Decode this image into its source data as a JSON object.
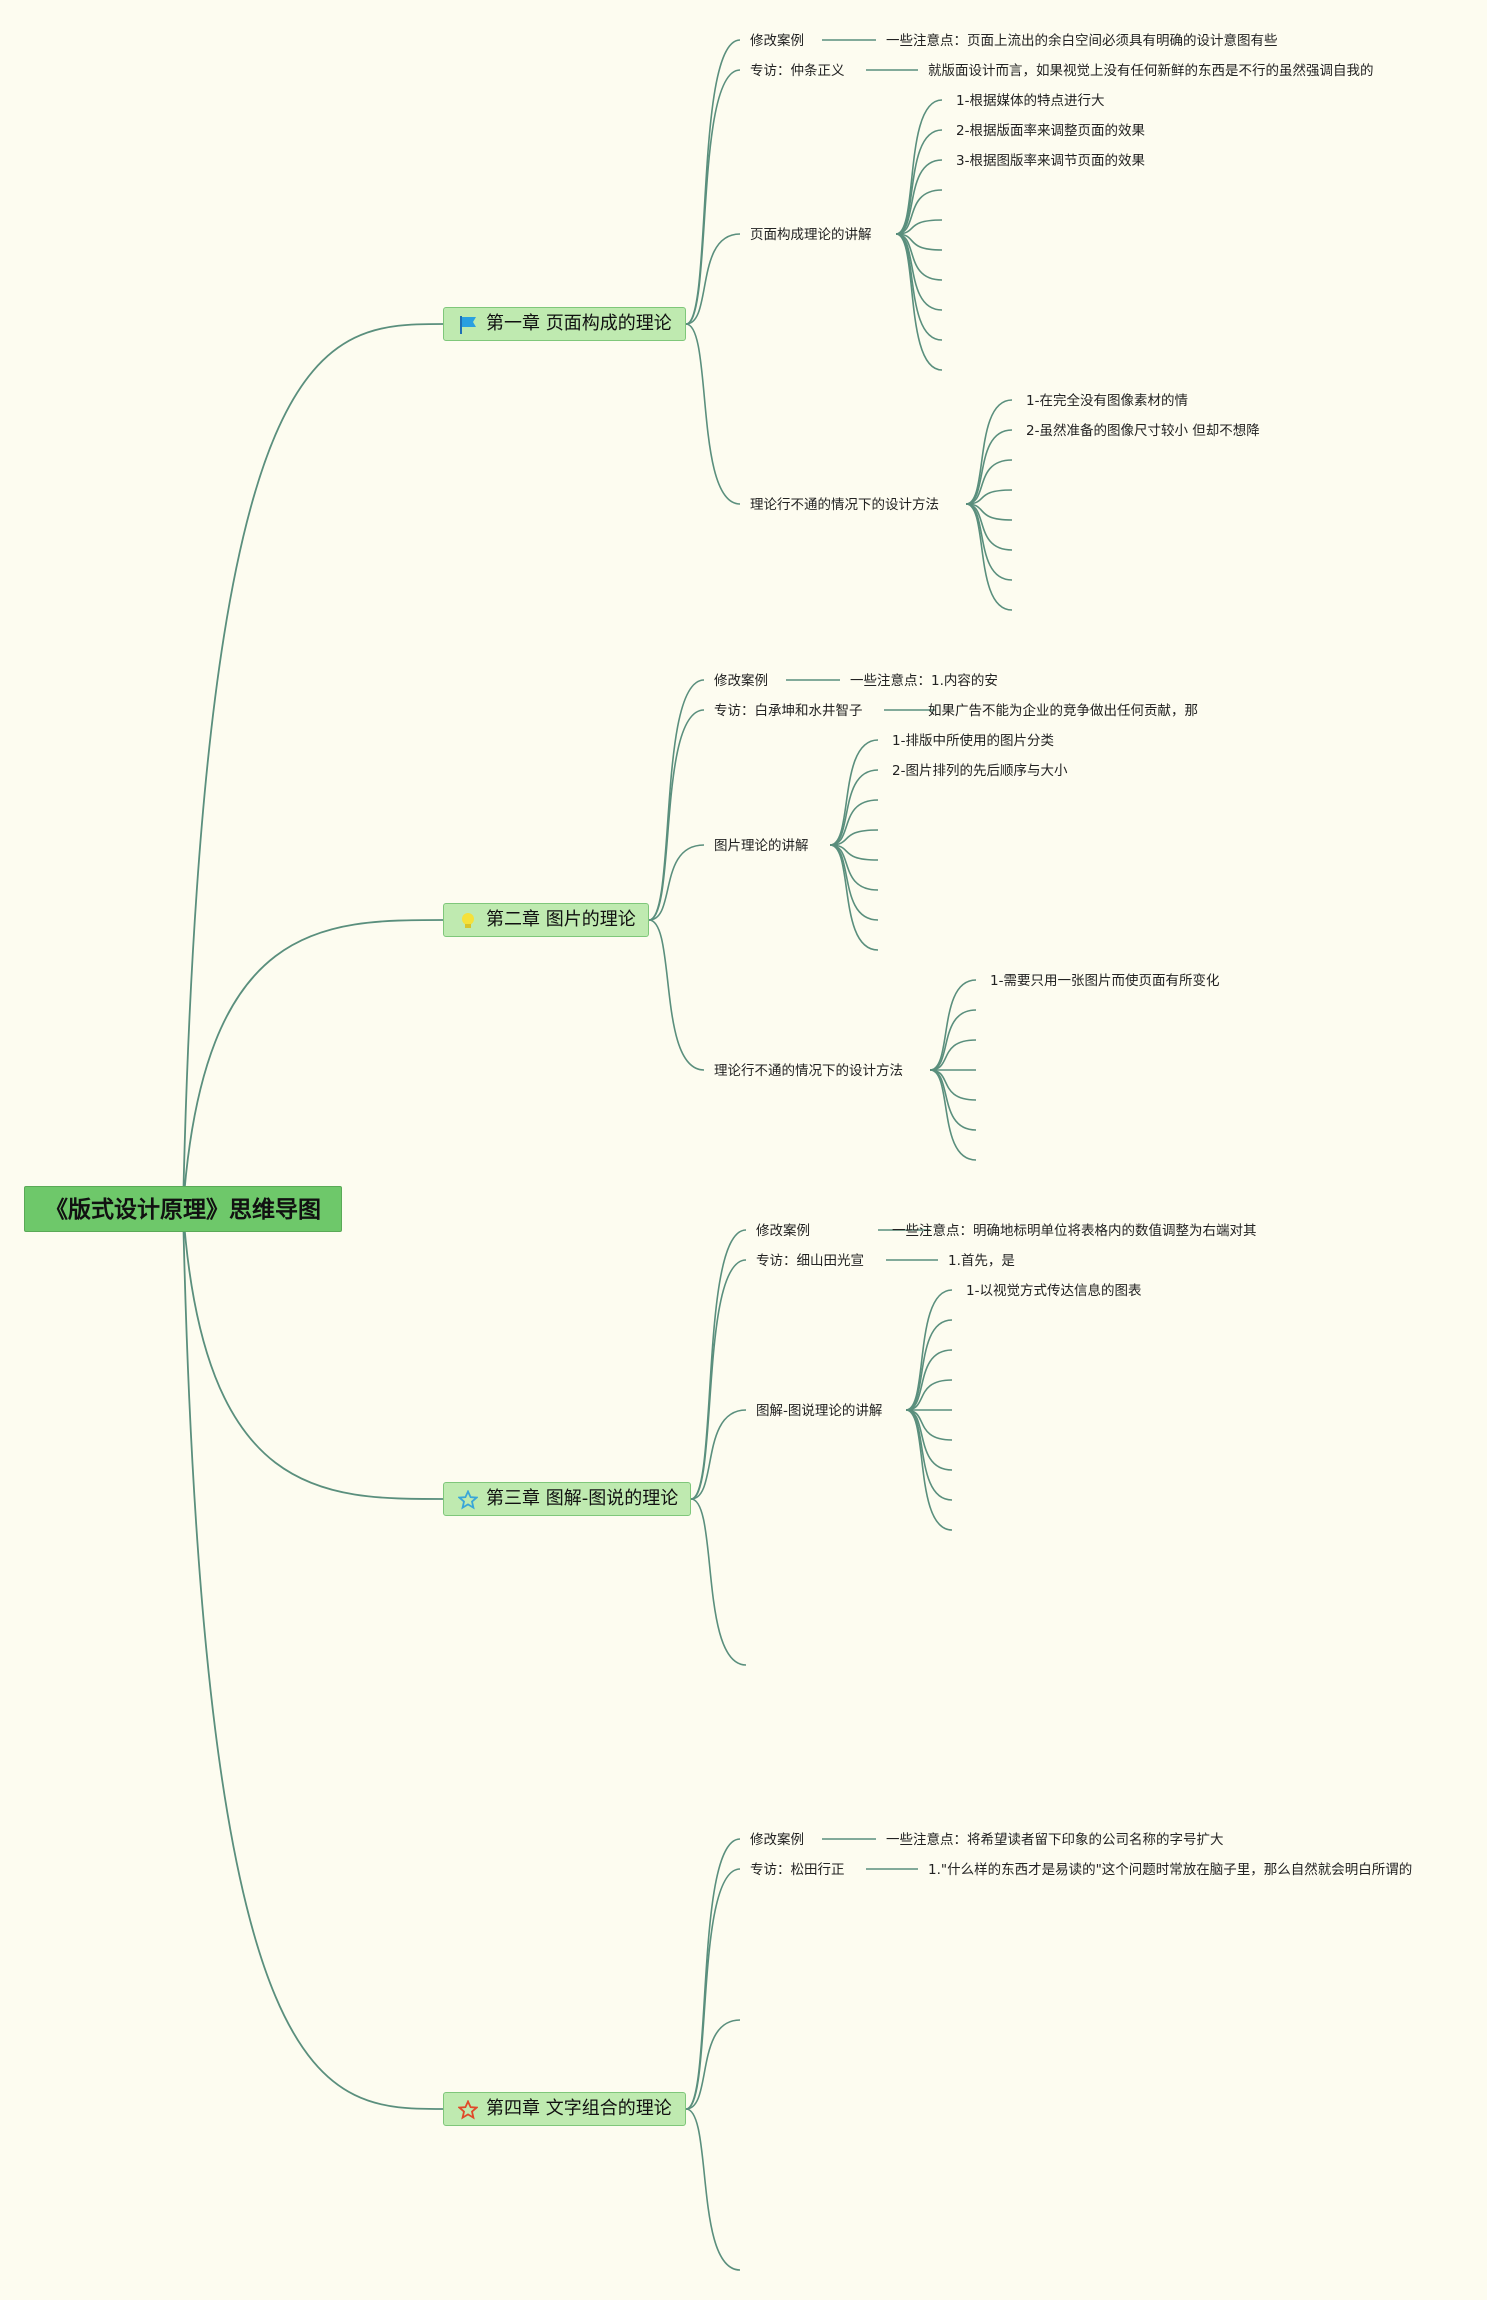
{
  "title": "《版式设计原理》思维导图",
  "colors": {
    "background": "#fdfcf0",
    "line": "#5a8f7d",
    "root": "#6ec86a",
    "chapter": "#bfeab0"
  },
  "chapters": [
    {
      "label": "第一章 页面构成的理论",
      "icon": "flag-icon",
      "case_label": "修改案例",
      "case_note": "一些注意点：页面上流出的余白空间必须具有明确的设计意图有些",
      "interview_label": "专访：仲条正义",
      "interview_note": "就版面设计而言，如果视觉上没有任何新鲜的东西是不行的虽然强调自我的",
      "section1": {
        "label": "页面构成理论的讲解",
        "items": [
          "1-根据媒体的特点进行大",
          "2-根据版面率来调整页面的效果",
          "3-根据图版率来调节页面的效果"
        ]
      },
      "section2": {
        "label": "理论行不通的情况下的设计方法",
        "items": [
          "1-在完全没有图像素材的情",
          "2-虽然准备的图像尺寸较小  但却不想降"
        ]
      }
    },
    {
      "label": "第二章 图片的理论",
      "icon": "lightbulb-icon",
      "case_label": "修改案例",
      "case_note": "一些注意点：1.内容的安",
      "interview_label": "专访：白承坤和水井智子",
      "interview_note": "如果广告不能为企业的竞争做出任何贡献，那",
      "section1": {
        "label": "图片理论的讲解",
        "items": [
          "1-排版中所使用的图片分类",
          "2-图片排列的先后顺序与大小"
        ]
      },
      "section2": {
        "label": "理论行不通的情况下的设计方法",
        "items": [
          "1-需要只用一张图片而使页面有所变化"
        ]
      }
    },
    {
      "label": "第三章 图解-图说的理论",
      "icon": "star-icon",
      "case_label": "修改案例",
      "case_note": "一些注意点：明确地标明单位将表格内的数值调整为右端对其",
      "interview_label": "专访：细山田光宣",
      "interview_note": "1.首先，是",
      "section1": {
        "label": "图解-图说理论的讲解",
        "items": [
          "1-以视觉方式传达信息的图表"
        ]
      }
    },
    {
      "label": "第四章 文字组合的理论",
      "icon": "star-outline-icon",
      "case_label": "修改案例",
      "case_note": "一些注意点：将希望读者留下印象的公司名称的字号扩大",
      "interview_label": "专访：松田行正",
      "interview_note": "1.\"什么样的东西才是易读的\"这个问题时常放在脑子里，那么自然就会明白所谓的"
    }
  ]
}
